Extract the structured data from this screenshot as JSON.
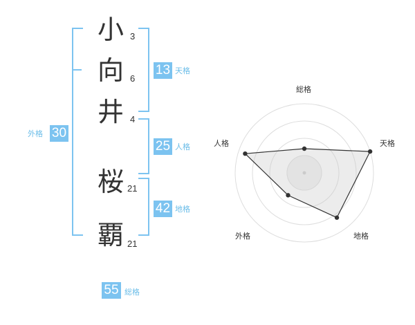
{
  "name": {
    "characters": [
      {
        "char": "小",
        "strokes": "3"
      },
      {
        "char": "向",
        "strokes": "6"
      },
      {
        "char": "井",
        "strokes": "4"
      },
      {
        "char": "桜",
        "strokes": "21"
      },
      {
        "char": "覇",
        "strokes": "21"
      }
    ]
  },
  "fortunes": {
    "tenkaku": {
      "value": "13",
      "label": "天格"
    },
    "jinkaku": {
      "value": "25",
      "label": "人格"
    },
    "chikaku": {
      "value": "42",
      "label": "地格"
    },
    "gaikaku": {
      "value": "30",
      "label": "外格"
    },
    "soukaku": {
      "value": "55",
      "label": "総格"
    }
  },
  "colors": {
    "accent": "#7cc3f0",
    "text": "#333333"
  },
  "chart_data": {
    "type": "radar",
    "axes": [
      "総格",
      "天格",
      "地格",
      "外格",
      "人格"
    ],
    "values": [
      0.35,
      1.0,
      0.8,
      0.4,
      0.9
    ],
    "rings": 4
  }
}
